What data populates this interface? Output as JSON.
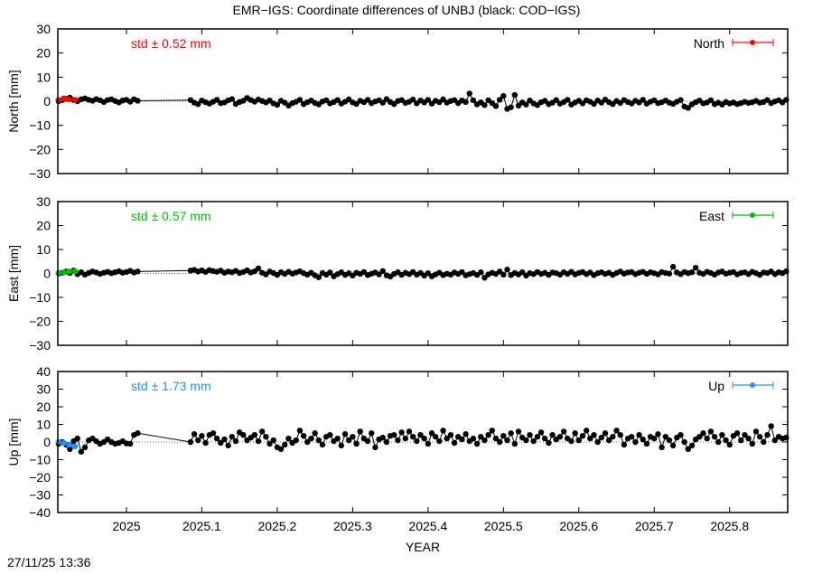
{
  "title": "EMR−IGS: Coordinate differences of UNBJ (black: COD−IGS)",
  "timestamp": "27/11/25 13:36",
  "chart_data": [
    {
      "type": "line",
      "name": "north",
      "ylabel": "North [mm]",
      "ylim": [
        -30,
        30
      ],
      "yticks": [
        "30",
        "20",
        "10",
        "0",
        "−10",
        "−20",
        "−30"
      ],
      "ytick_values": [
        30,
        20,
        10,
        0,
        -10,
        -20,
        -30
      ],
      "std_label": "std ± 0.52 mm",
      "legend": "North",
      "legend_position": "top-right",
      "color": "#ff0000",
      "colored_points": [
        [
          2024.91,
          0.5
        ],
        [
          2024.917,
          1.2
        ],
        [
          2024.924,
          0.8
        ],
        [
          2024.932,
          0.6
        ]
      ],
      "values": [
        0,
        0.5,
        1,
        1.5,
        0.5,
        0,
        0.8,
        1.2,
        0.6,
        0.2,
        0.9,
        0.4,
        -0.3,
        0.5,
        0.8,
        0.1,
        -0.5,
        0.3,
        0.6,
        -0.2,
        0.8,
        0.2,
        0.5,
        -0.6,
        -1.2,
        0.3,
        -0.4,
        -1,
        -0.2,
        0.6,
        -0.8,
        -0.5,
        0.4,
        0.9,
        -1.1,
        -0.3,
        0.2,
        1.4,
        0.5,
        -0.2,
        0.7,
        0.1,
        -0.5,
        0.3,
        -0.9,
        -1.5,
        0.2,
        -0.6,
        -1.8,
        -0.8,
        -0.2,
        0.6,
        -1.2,
        -0.4,
        0.3,
        -0.7,
        -1.3,
        -0.1,
        0.4,
        -0.9,
        -0.3,
        0.5,
        -1,
        -0.2,
        0.8,
        -0.5,
        -1.1,
        0.2,
        -0.4,
        0.6,
        -0.8,
        -0.1,
        0.4,
        -0.6,
        0.9,
        -0.3,
        -1.2,
        0.1,
        0.5,
        -0.7,
        -0.2,
        0.7,
        -0.9,
        0.3,
        -0.5,
        0.6,
        -1,
        0.2,
        -0.4,
        0.8,
        -0.6,
        0.1,
        0.5,
        -0.8,
        0.3,
        -0.3,
        3.2,
        0.4,
        -1.3,
        -0.5,
        -1.6,
        0.4,
        -0.8,
        -2,
        0.6,
        2.2,
        -3.2,
        -2.5,
        2.6,
        -1.8,
        -0.5,
        -1.4,
        0.3,
        -0.9,
        -1.6,
        -0.4,
        0.2,
        -1.2,
        -0.6,
        0.5,
        -1,
        -0.3,
        0.6,
        -1.4,
        -0.5,
        0.2,
        -0.9,
        0.4,
        -0.2,
        -1.1,
        0.3,
        -0.6,
        0.7,
        -0.4,
        -1.2,
        0.1,
        -0.7,
        0.5,
        -0.3,
        -0.9,
        0.2,
        -0.5,
        0.6,
        -1,
        -0.2,
        0.4,
        -0.8,
        -0.4,
        0.3,
        -0.6,
        -1.1,
        -0.2,
        0.5,
        -2.2,
        -2.8,
        -1.3,
        -0.4,
        0.3,
        -0.9,
        -0.5,
        0.4,
        -1.2,
        -0.6,
        -1.4,
        -0.3,
        -0.9,
        -0.5,
        -1.2,
        -0.8,
        -0.2,
        -0.7,
        -0.4,
        0.2,
        -0.6,
        -0.3,
        0.5,
        -0.8,
        -0.1,
        0.4,
        -0.5,
        0.6
      ]
    },
    {
      "type": "line",
      "name": "east",
      "ylabel": "East [mm]",
      "ylim": [
        -30,
        30
      ],
      "yticks": [
        "30",
        "20",
        "10",
        "0",
        "−10",
        "−20",
        "−30"
      ],
      "ytick_values": [
        30,
        20,
        10,
        0,
        -10,
        -20,
        -30
      ],
      "std_label": "std ± 0.57 mm",
      "legend": "East",
      "legend_position": "top-right",
      "color": "#00c000",
      "colored_points": [
        [
          2024.91,
          0.3
        ],
        [
          2024.917,
          0.5
        ],
        [
          2024.924,
          0.8
        ],
        [
          2024.932,
          0.9
        ]
      ],
      "values": [
        0,
        0.3,
        0.8,
        0.2,
        1.2,
        -0.3,
        0.5,
        -0.5,
        0.2,
        0.8,
        0.4,
        -0.2,
        0.3,
        0.7,
        0.1,
        0.5,
        0.9,
        0.3,
        0.6,
        1.1,
        0.4,
        0.8,
        1.2,
        1.5,
        0.8,
        1.3,
        0.6,
        1.4,
        1,
        0.7,
        1.2,
        0.3,
        0.8,
        0.5,
        1.1,
        0.2,
        0.6,
        1.3,
        0.4,
        0.9,
        2.1,
        0.3,
        -0.4,
        0.8,
        0.2,
        -0.6,
        0.5,
        -0.2,
        0.7,
        -0.1,
        0.4,
        0.9,
        0.1,
        -0.5,
        0.3,
        -0.8,
        -1.6,
        0.2,
        -0.5,
        0.4,
        -1.2,
        -0.3,
        0.5,
        -0.6,
        0.1,
        -0.9,
        0.3,
        -0.2,
        0.6,
        -0.7,
        -0.1,
        0.4,
        -0.4,
        1,
        -0.8,
        -1.3,
        -0.2,
        0.5,
        -0.6,
        0.3,
        -0.3,
        0.6,
        -0.5,
        0.2,
        -0.9,
        0.1,
        -1.2,
        -0.4,
        0.3,
        -0.7,
        -0.1,
        -0.5,
        0.4,
        -0.2,
        0.6,
        -0.8,
        -0.3,
        0.2,
        -0.6,
        0.5,
        -1.8,
        -0.4,
        0.3,
        -0.2,
        0.8,
        -0.5,
        1.6,
        -0.7,
        0.2,
        -0.4,
        0.5,
        -0.9,
        0.1,
        -0.3,
        0.6,
        -0.2,
        0.3,
        -0.6,
        0.4,
        0.1,
        -0.5,
        0.5,
        -0.2,
        0.7,
        -0.4,
        0.2,
        0.6,
        -0.3,
        0.4,
        -0.7,
        0.1,
        0.5,
        -0.2,
        0.3,
        -0.6,
        0.2,
        0.8,
        -0.1,
        0.4,
        0.6,
        -0.3,
        0.3,
        0.7,
        -0.2,
        0.5,
        0.1,
        -0.4,
        0.6,
        0.2,
        -0.1,
        2.8,
        0.4,
        -0.3,
        0.6,
        0.1,
        0.5,
        2.4,
        0.3,
        -0.2,
        0.7,
        0.2,
        -0.5,
        0.4,
        0.8,
        -0.1,
        0.3,
        0.6,
        -0.4,
        0.2,
        0.5,
        -0.3,
        0.7,
        0.1,
        -0.6,
        0.4,
        0.2,
        0.8,
        -0.3,
        0.5,
        0.1,
        0.9
      ]
    },
    {
      "type": "line",
      "name": "up",
      "ylabel": "Up [mm]",
      "ylim": [
        -40,
        40
      ],
      "yticks": [
        "40",
        "30",
        "20",
        "10",
        "0",
        "−10",
        "−20",
        "−30",
        "−40"
      ],
      "ytick_values": [
        40,
        30,
        20,
        10,
        0,
        -10,
        -20,
        -30,
        -40
      ],
      "std_label": "std ± 1.73 mm",
      "legend": "Up",
      "legend_position": "top-right",
      "color": "#1e90ff",
      "colored_points": [
        [
          2024.91,
          0
        ],
        [
          2024.917,
          -0.5
        ],
        [
          2024.924,
          -1.5
        ],
        [
          2024.932,
          -2.5
        ]
      ],
      "values": [
        -1,
        0,
        -1.5,
        -4,
        0.5,
        2,
        -5.5,
        -3,
        1,
        2,
        0.5,
        -1,
        0,
        1.5,
        0,
        -1,
        -0.5,
        0.5,
        -0.8,
        -1,
        4,
        5,
        0,
        4.5,
        1,
        3.5,
        -0.5,
        4,
        5,
        2,
        -0.5,
        1.5,
        -2,
        3,
        0.5,
        5.5,
        4,
        1,
        2.5,
        4,
        0.5,
        6,
        3,
        -1,
        1,
        -3,
        -4,
        -1.5,
        2,
        -0.5,
        1,
        6.5,
        3.5,
        0,
        2,
        5,
        1,
        -1.5,
        3,
        4,
        0.5,
        2,
        -2,
        4.5,
        1,
        3,
        -1,
        6,
        2,
        0.5,
        5,
        -3,
        1.5,
        2.5,
        0,
        3.5,
        4,
        1,
        5.5,
        2,
        6,
        3,
        0.5,
        4,
        2,
        -1,
        5,
        3,
        0.5,
        6.5,
        2,
        4,
        -0.5,
        3,
        1.5,
        4.5,
        0.5,
        2,
        -1,
        3,
        1,
        4,
        6.5,
        2,
        0,
        3.5,
        1,
        5,
        -1,
        6,
        2.5,
        1,
        4,
        0.5,
        3,
        5.5,
        2,
        -0.5,
        4,
        1.5,
        3,
        6,
        2,
        0.5,
        5,
        1,
        3.5,
        6.5,
        2,
        4,
        0,
        2.5,
        5,
        1,
        3,
        6.5,
        4,
        -1.5,
        2,
        3,
        0,
        4,
        1.5,
        -1,
        3,
        2,
        4.5,
        -3,
        3,
        1,
        -2,
        2.5,
        4,
        0,
        -4,
        -2,
        1.5,
        3,
        5,
        2,
        6,
        3,
        0,
        4,
        1,
        -1.5,
        3.5,
        5,
        1,
        4,
        2,
        -1,
        6,
        3,
        0,
        4,
        9,
        1,
        3,
        2,
        2.5
      ]
    }
  ],
  "x_axis": {
    "label": "YEAR",
    "xlim": [
      2024.909,
      2025.877
    ],
    "ticks": [
      "2025",
      "2025.1",
      "2025.2",
      "2025.3",
      "2025.4",
      "2025.5",
      "2025.6",
      "2025.7",
      "2025.8"
    ],
    "tick_values": [
      2025,
      2025.1,
      2025.2,
      2025.3,
      2025.4,
      2025.5,
      2025.6,
      2025.7,
      2025.8
    ],
    "sample_segments": [
      [
        2024.91,
        2025.015
      ],
      [
        2025.085,
        2025.875
      ]
    ],
    "sample_step": 0.005
  }
}
